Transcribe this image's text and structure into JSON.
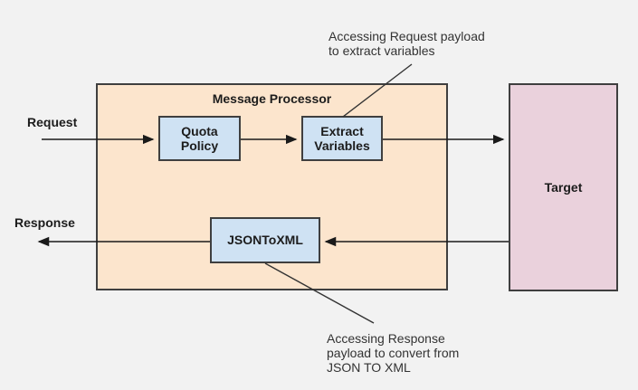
{
  "diagram": {
    "background_color": "#f2f2f2",
    "border_color": "#3f3f3f",
    "arrow_color": "#1a1a1a",
    "labels": {
      "request": "Request",
      "response": "Response"
    },
    "message_processor": {
      "title": "Message Processor",
      "fill": "#fce5cd"
    },
    "nodes": {
      "quota_policy": {
        "label": "Quota\nPolicy",
        "fill": "#cfe2f3"
      },
      "extract_variables": {
        "label": "Extract\nVariables",
        "fill": "#cfe2f3"
      },
      "jsontoxml": {
        "label": "JSONToXML",
        "fill": "#cfe2f3"
      },
      "target": {
        "label": "Target",
        "fill": "#ead1dc"
      }
    },
    "annotations": {
      "request_note": "Accessing Request payload\nto extract variables",
      "response_note": "Accessing Response\npayload to convert from\nJSON TO XML"
    }
  }
}
